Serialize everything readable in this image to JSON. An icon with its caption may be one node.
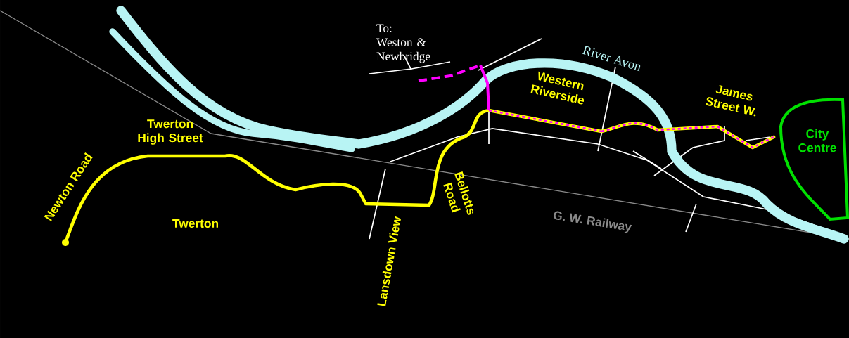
{
  "diagram": {
    "nodes": [
      {
        "text": [
          "City Centre"
        ]
      }
    ],
    "labels": [
      "To: Weston & Newbridge",
      "River Avon",
      "Western Riverside",
      "James Street W.",
      "Twerton High Street",
      "Newton Road",
      "Twerton",
      "Lansdown View",
      "Bellotts Road",
      "G. W. Railway"
    ]
  }
}
